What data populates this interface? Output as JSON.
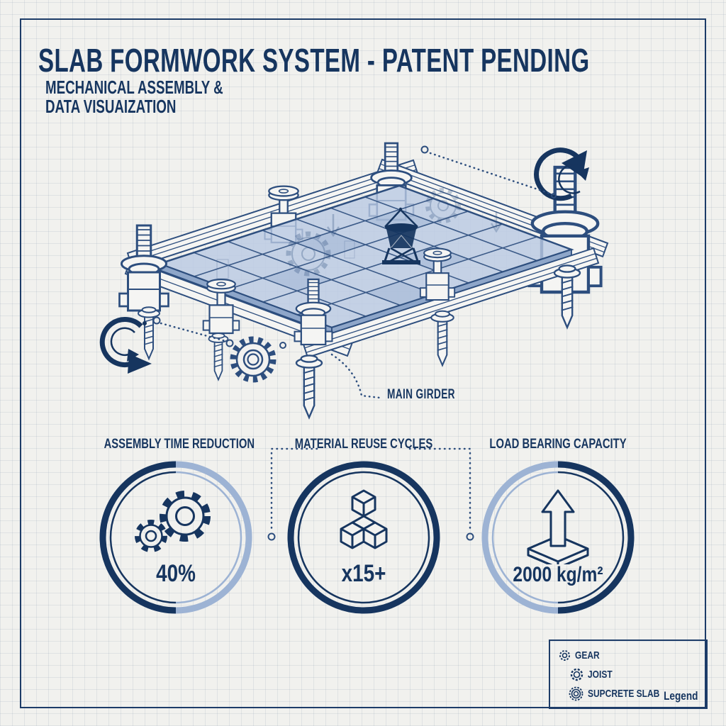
{
  "page": {
    "background": "#f1f1ee",
    "accent_navy": "#16355f",
    "drawing_ink": "#2d4e7e",
    "accent_light_blue": "#9db3d4",
    "slab_fill": "#b9c9e2"
  },
  "header": {
    "title": "SLAB FORMWORK SYSTEM - PATENT PENDING",
    "subtitle_line1": "MECHANICAL ASSEMBLY &",
    "subtitle_line2": "DATA VISUAIZATION"
  },
  "diagram": {
    "callout_label": "MAIN GIRDER",
    "icons": [
      "screw-jack-icon",
      "screw-leg-icon",
      "sprocket-gear-icon",
      "rotation-arrow-ccw-icon",
      "rotation-arrow-cw-icon",
      "concrete-hopper-icon",
      "ghost-gear-icon"
    ]
  },
  "badges": [
    {
      "label": "ASSEMBLY TIME REDUCTION",
      "value": "40%",
      "icon": "gears-icon",
      "ring": "left-half-dark-right-half-light"
    },
    {
      "label": "MATERIAL REUSE CYCLES",
      "value": "x15+",
      "icon": "stacked-cubes-icon",
      "ring": "full-dark"
    },
    {
      "label": "LOAD BEARING CAPACITY",
      "value": "2000 kg/m²",
      "icon": "load-arrow-slab-icon",
      "ring": "left-half-light-right-half-dark"
    }
  ],
  "legend": {
    "title": "Legend",
    "items": [
      {
        "icon": "gear-icon",
        "label": "GEAR"
      },
      {
        "icon": "joist-icon",
        "label": "JOIST"
      },
      {
        "icon": "supcrete-slab-icon",
        "label": "SUPCRETE SLAB"
      }
    ]
  }
}
